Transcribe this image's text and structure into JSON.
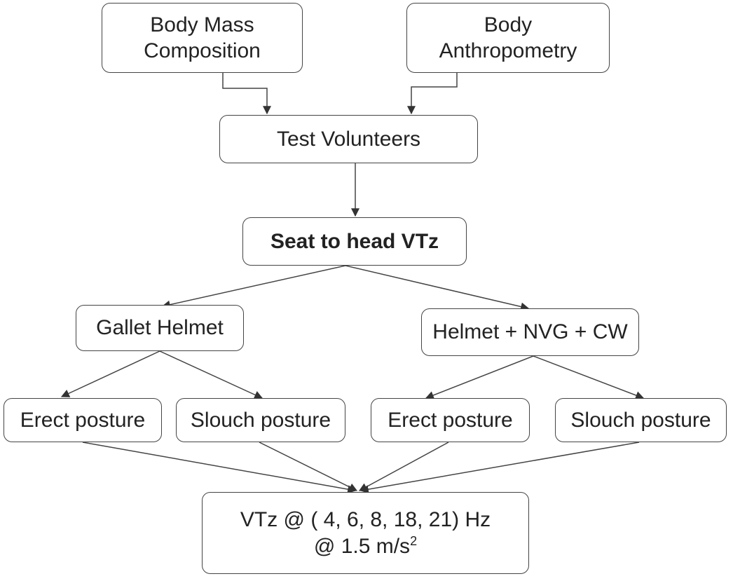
{
  "nodes": {
    "body_mass": {
      "line1": "Body Mass",
      "line2": "Composition"
    },
    "body_anthro": {
      "line1": "Body",
      "line2": "Anthropometry"
    },
    "volunteers": {
      "label": "Test Volunteers"
    },
    "seat_head": {
      "label": "Seat to head VTz"
    },
    "gallet": {
      "label": "Gallet Helmet"
    },
    "helmet_nvg": {
      "label": "Helmet + NVG + CW"
    },
    "erect1": {
      "label": "Erect posture"
    },
    "slouch1": {
      "label": "Slouch posture"
    },
    "erect2": {
      "label": "Erect posture"
    },
    "slouch2": {
      "label": "Slouch posture"
    },
    "vtz": {
      "line1": "VTz @ ( 4, 6, 8, 18, 21) Hz",
      "line2_main": "@ 1.5 m/s",
      "line2_sup": "2"
    }
  },
  "colors": {
    "stroke": "#444444",
    "text": "#222222",
    "background": "#ffffff"
  }
}
